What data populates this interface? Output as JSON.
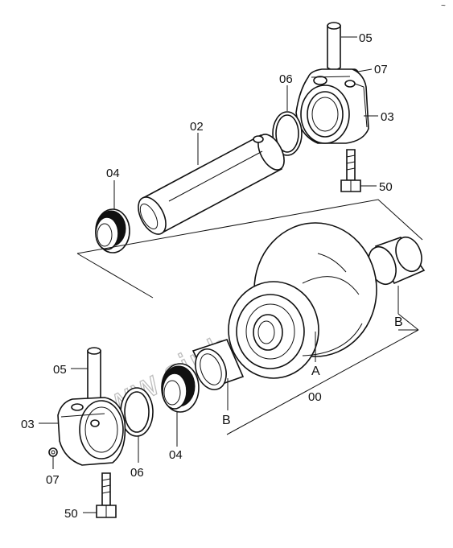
{
  "diagram": {
    "callouts": {
      "c05_top": "05",
      "c07_top": "07",
      "c06_top": "06",
      "c03_top": "03",
      "c02": "02",
      "c04_top": "04",
      "c50_top": "50",
      "cB_right": "B",
      "cA": "A",
      "c00": "00",
      "cB_left": "B",
      "c05_bot": "05",
      "c03_bot": "03",
      "c07_bot": "07",
      "c06_bot": "06",
      "c04_bot": "04",
      "c50_bot": "50"
    },
    "watermark": "www.sinhron-too.kz",
    "corner_mark": "~"
  }
}
